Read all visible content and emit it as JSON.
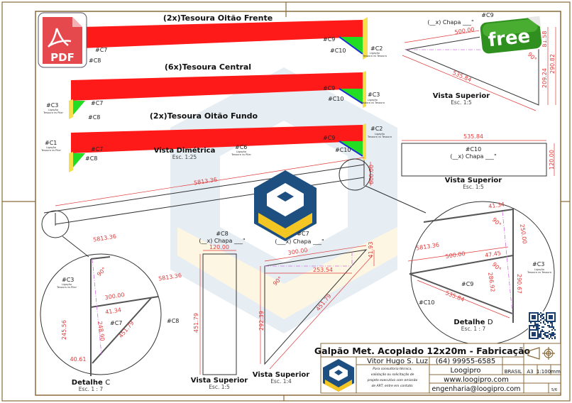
{
  "badges": {
    "pdf": "PDF",
    "free": "free"
  },
  "colors": {
    "beam": "#ff1a1a",
    "end_plate": "#f5e04a",
    "gusset": "#22dd22",
    "stiffener": "#1a2fd0",
    "dimension": "#e23a3a",
    "frame": "#8a6a3a",
    "brand_blue": "#1d4f80",
    "brand_yellow": "#f3c623"
  },
  "diametric": {
    "view_name": "Vista Dimétrica",
    "scale": "Esc. 1:25",
    "front": {
      "title": "(2x)Tesoura Oitão Frente",
      "c7": "#C7",
      "c8": "#C8",
      "c9": "#C9",
      "c10": "#C10",
      "c2": "#C2",
      "c2_note1": "Ligação",
      "c2_note2": "Tesoura vs Tesoura"
    },
    "central": {
      "title": "(6x)Tesoura Central",
      "c3l": "#C3",
      "c3l_note1": "Ligação",
      "c3l_note2": "Tesoura vs Pilar",
      "c7": "#C7",
      "c8": "#C8",
      "c9": "#C9",
      "c10": "#C10",
      "c3r": "#C3",
      "c3r_note1": "Ligação",
      "c3r_note2": "Tesoura vs Tesoura"
    },
    "back": {
      "title": "(2x)Tesoura Oitão Fundo",
      "c1": "#C1",
      "c1_note1": "Ligação",
      "c1_note2": "Tesoura vs Pilar",
      "c7": "#C7",
      "c8": "#C8",
      "c6": "#C6",
      "c6_note1": "Ligação",
      "c6_note2": "Tesoura vs Pilar",
      "c9": "#C9",
      "c10": "#C10",
      "c2": "#C2",
      "c2_note1": "Ligação",
      "c2_note2": "Tesoura vs Tesoura"
    }
  },
  "truss": {
    "length": "5813.36",
    "height": "600.00"
  },
  "c9_plate": {
    "mark": "#C9",
    "spec": "(__x) Chapa ___\"",
    "d_top": "500.00",
    "d_diag": "535.84",
    "d_a": "81.58",
    "d_total": "290.82",
    "d_b": "209.24",
    "angle": "90°",
    "view": "Vista Superior",
    "scale": "Esc. 1:5"
  },
  "c10_plate": {
    "mark": "#C10",
    "spec": "(__x) Chapa ___\"",
    "d_len": "535.84",
    "d_w": "120.00",
    "view": "Vista Superior",
    "scale": "Esc. 1:5"
  },
  "c8_plate": {
    "mark": "#C8",
    "spec": "(__x) Chapa ___\"",
    "d_w": "120.00",
    "d_len": "451.79",
    "view": "Vista Superior",
    "scale": "Esc. 1:5"
  },
  "c7_plate": {
    "mark": "#C7",
    "spec": "(___x) Chapa ___\"",
    "d_top": "300.00",
    "d_h": "41.93",
    "d_inner": "253.54",
    "angle": "90°",
    "d_vert": "292.39",
    "d_diag": "451.79",
    "view": "Vista Superior",
    "scale": "Esc. 1:4"
  },
  "detail_c": {
    "title": "Detalhe",
    "letter": "C",
    "scale": "Esc. 1 : 7",
    "d1": "5813.36",
    "d2": "5813.36",
    "angle": "90°",
    "c3": "#C3",
    "c3_note1": "Ligação",
    "c3_note2": "Tesoura vs Pilar",
    "d_300": "300.00",
    "d_4134": "41.34",
    "c7": "#C7",
    "c8": "#C8",
    "d_24556": "245.56",
    "d_24890": "248.90",
    "d_45179": "451.79",
    "d_4061": "40.61"
  },
  "detail_d": {
    "title": "Detalhe",
    "letter": "D",
    "scale": "Esc. 1 : 7",
    "d_4134": "41.34",
    "d_250": "250.00",
    "d_5813": "5813.36",
    "d_500": "500.00",
    "d_4745": "47.45",
    "angle1": "90°",
    "angle2": "90°",
    "d_28692": "286.92",
    "d_29067": "290.67",
    "c3": "#C3",
    "c3_note1": "Ligação",
    "c3_note2": "Tesoura vs Tesoura",
    "c9": "#C9",
    "c10": "#C10",
    "d_53584": "535.84"
  },
  "title_block": {
    "title": "Galpão Met. Acoplado 12x20m - Fabricação",
    "designer": "Vitor Hugo S. Luz",
    "contact": "(64) 99955-6585",
    "notes": [
      "Para consultoria técnica,",
      "validação ou solicitação de",
      "projeto executivo com emissão",
      "de ART, entre em contato:"
    ],
    "company": "Loogipro",
    "country": "BRASIL",
    "paper": "A3",
    "scale": "1:100",
    "unit": "mm",
    "website": "www.loogipro.com",
    "email": "engenharia@loogipro.com",
    "sheet": "5/6"
  }
}
